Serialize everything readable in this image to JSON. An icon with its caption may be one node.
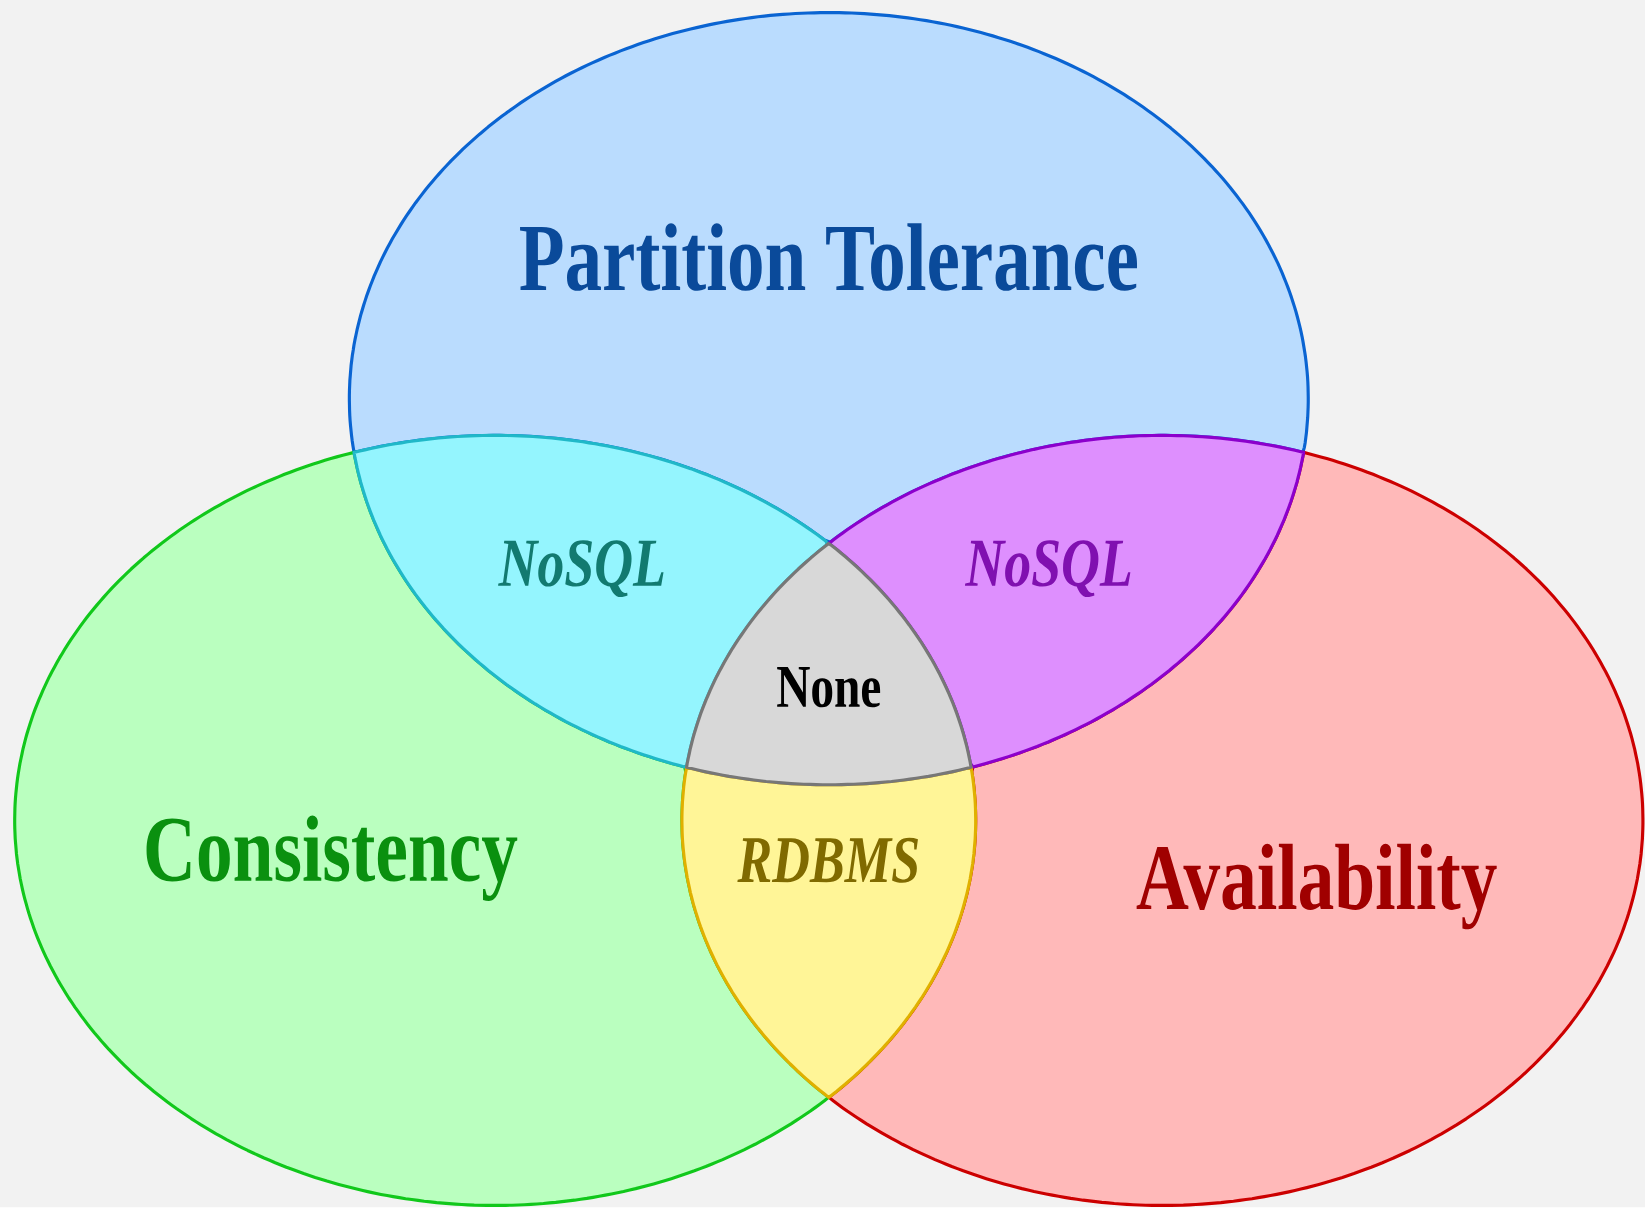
{
  "diagram": {
    "nodes": [
      {
        "text": [
          "Partition Tolerance"
        ]
      },
      {
        "text": [
          "Consistency"
        ]
      },
      {
        "text": [
          "Availability"
        ]
      },
      {
        "text": [
          "NoSQL"
        ]
      },
      {
        "text": [
          "NoSQL"
        ]
      },
      {
        "text": [
          "RDBMS"
        ]
      },
      {
        "text": [
          "None"
        ]
      }
    ]
  }
}
